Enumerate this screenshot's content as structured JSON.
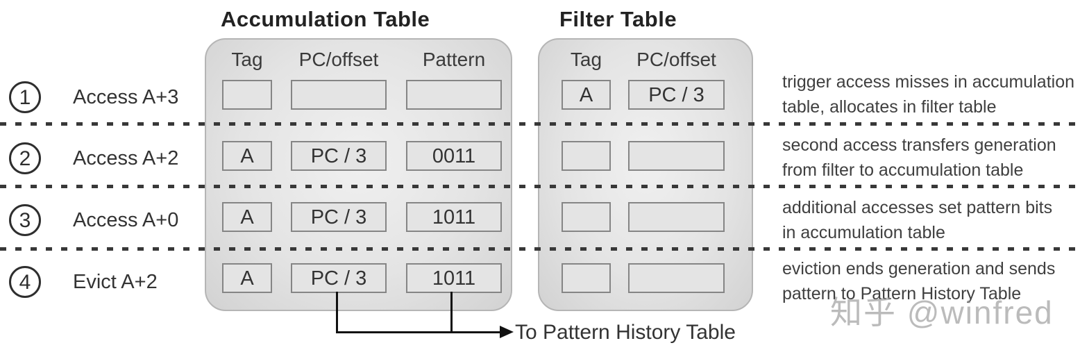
{
  "accumulation_table": {
    "title": "Accumulation Table",
    "columns": [
      "Tag",
      "PC/offset",
      "Pattern"
    ],
    "rows": [
      [
        "",
        "",
        ""
      ],
      [
        "A",
        "PC / 3",
        "0011"
      ],
      [
        "A",
        "PC / 3",
        "1011"
      ],
      [
        "A",
        "PC / 3",
        "1011"
      ]
    ]
  },
  "filter_table": {
    "title": "Filter Table",
    "columns": [
      "Tag",
      "PC/offset"
    ],
    "rows": [
      [
        "A",
        "PC / 3"
      ],
      [
        "",
        ""
      ],
      [
        "",
        ""
      ],
      [
        "",
        ""
      ]
    ]
  },
  "steps": [
    {
      "number": "1",
      "label": "Access A+3",
      "annotation_line1": "trigger access misses in accumulation",
      "annotation_line2": "table, allocates in filter table"
    },
    {
      "number": "2",
      "label": "Access A+2",
      "annotation_line1": "second access transfers generation",
      "annotation_line2": "from filter to accumulation table"
    },
    {
      "number": "3",
      "label": "Access A+0",
      "annotation_line1": "additional accesses set pattern bits",
      "annotation_line2": "in accumulation table"
    },
    {
      "number": "4",
      "label": "Evict A+2",
      "annotation_line1": "eviction ends generation and sends",
      "annotation_line2": "pattern to Pattern History Table"
    }
  ],
  "arrow_label": "To Pattern History Table",
  "watermark": "知乎 @winfred",
  "colors": {
    "panel_fill_light": "#f0f0f0",
    "panel_fill_dark": "#d2d2d2",
    "cell_fill": "#e4e4e4",
    "cell_border": "#858585",
    "text": "#3a3a3a",
    "line": "#111111",
    "watermark": "#919191"
  }
}
